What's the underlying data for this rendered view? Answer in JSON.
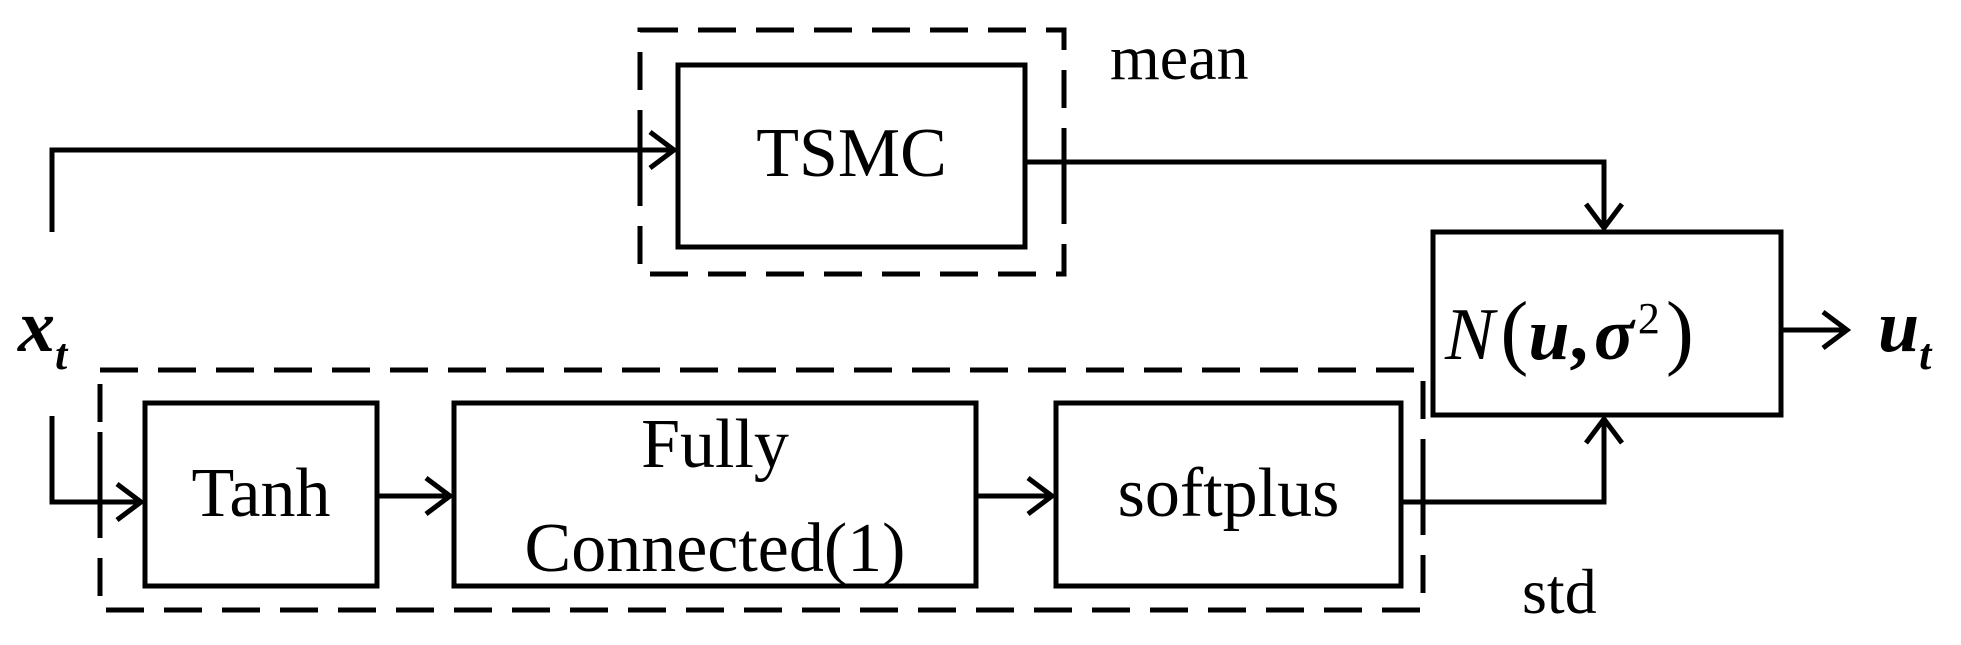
{
  "diagram": {
    "blocks": {
      "tsmc": "TSMC",
      "tanh": "Tanh",
      "fc_line1": "Fully",
      "fc_line2": "Connected(1)",
      "softplus": "softplus"
    },
    "labels": {
      "mean": "mean",
      "std": "std"
    },
    "input": {
      "symbol": "x",
      "subscript": "t"
    },
    "output": {
      "symbol": "u",
      "subscript": "t"
    },
    "distribution": {
      "name": "N",
      "open": "(",
      "arg1": "u",
      "comma": ",",
      "arg2": "σ",
      "exponent": "2",
      "close": ")"
    }
  }
}
